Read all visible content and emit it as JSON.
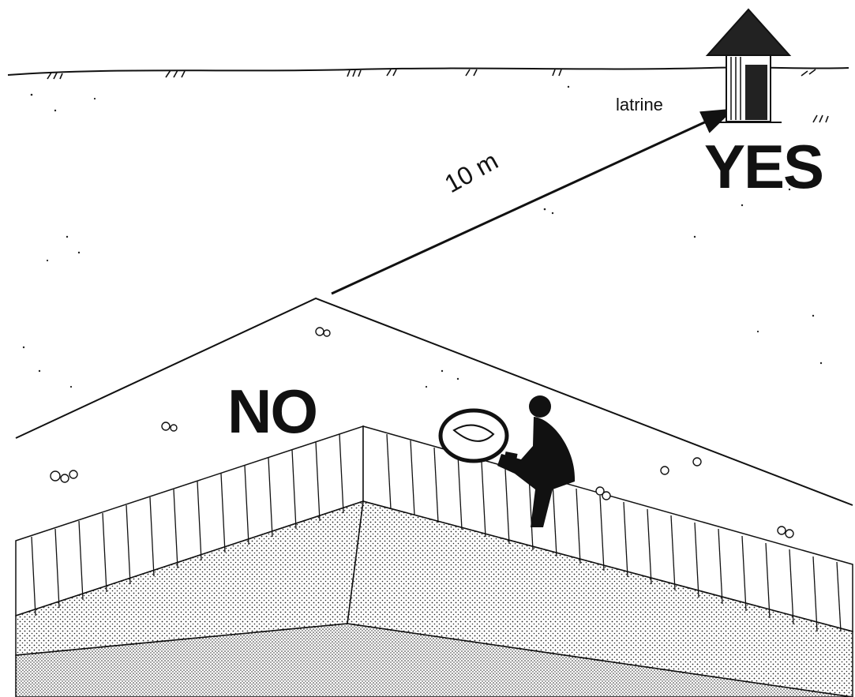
{
  "labels": {
    "latrine": "latrine",
    "distance": "10 m",
    "yes": "YES",
    "no": "NO"
  },
  "colors": {
    "ink": "#111111",
    "paper": "#ffffff"
  },
  "icons": [
    "latrine-hut-icon",
    "person-with-basket-icon",
    "arrow-icon"
  ]
}
